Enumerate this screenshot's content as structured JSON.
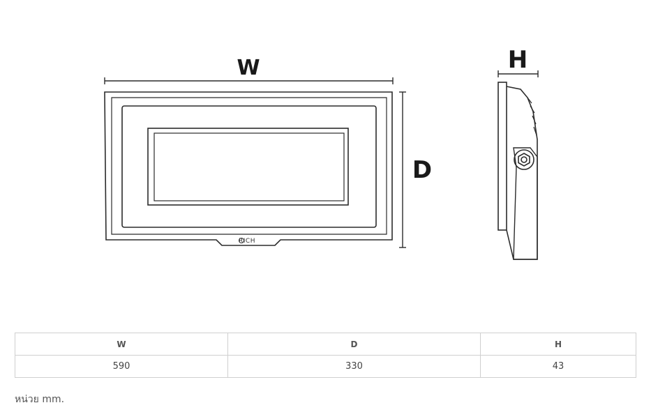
{
  "diagram": {
    "labels": {
      "width": "W",
      "depth": "D",
      "height": "H"
    },
    "logo_text": "RICH"
  },
  "table": {
    "headers": [
      "W",
      "D",
      "H"
    ],
    "values": [
      "590",
      "330",
      "43"
    ]
  },
  "unit_note": "หน่วย mm."
}
